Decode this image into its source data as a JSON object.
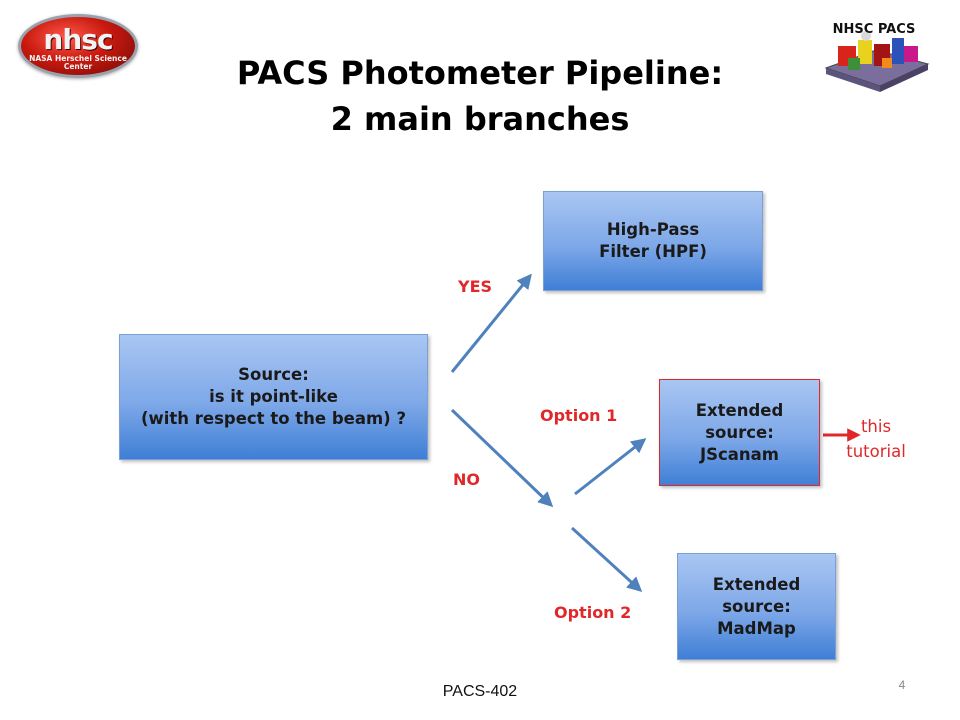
{
  "logos": {
    "nhsc_big": "nhsc",
    "nhsc_small": "NASA Herschel Science Center",
    "pacs": "NHSC PACS"
  },
  "title": {
    "line1": "PACS Photometer Pipeline:",
    "line2": "2 main branches"
  },
  "nodes": {
    "source": "Source:\nis it point-like\n(with respect to the beam) ?",
    "hpf": "High-Pass\nFilter (HPF)",
    "jscanam": "Extended\nsource:\nJScanam",
    "madmap": "Extended\nsource:\nMadMap"
  },
  "labels": {
    "yes": "YES",
    "no": "NO",
    "option1": "Option 1",
    "option2": "Option 2",
    "this_tutorial": "this\ntutorial"
  },
  "colors": {
    "arrow_blue": "#4f81bd",
    "highlight_red": "#e0282a",
    "box_fill_top": "#a9c6f2",
    "box_fill_bottom": "#3f7fd6"
  },
  "footer": {
    "code": "PACS-402",
    "page": "4"
  }
}
